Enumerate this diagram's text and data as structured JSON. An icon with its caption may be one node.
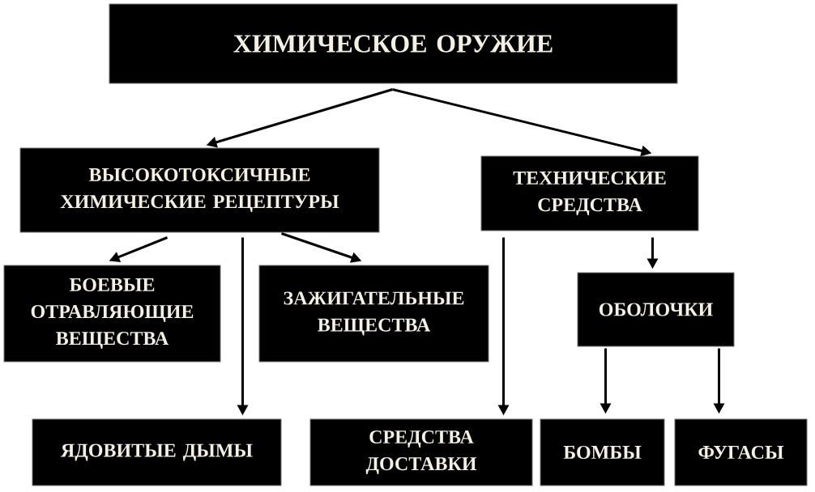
{
  "diagram": {
    "nodes": [
      {
        "text": [
          "ХИМИЧЕСКОЕ ОРУЖИЕ"
        ]
      },
      {
        "text": [
          "ВЫСОКОТОКСИЧНЫЕ ХИМИЧЕСКИЕ РЕЦЕПТУРЫ"
        ]
      },
      {
        "text": [
          "ТЕХНИЧЕСКИЕ СРЕДСТВА"
        ]
      },
      {
        "text": [
          "БОЕВЫЕ ОТРАВЛЯЮЩИЕ ВЕЩЕСТВА"
        ]
      },
      {
        "text": [
          "ЗАЖИГАТЕЛЬНЫЕ ВЕЩЕСТВА"
        ]
      },
      {
        "text": [
          "ОБОЛОЧКИ"
        ]
      },
      {
        "text": [
          "ЯДОВИТЫЕ ДЫМЫ"
        ]
      },
      {
        "text": [
          "СРЕДСТВА ДОСТАВКИ"
        ]
      },
      {
        "text": [
          "БОМБЫ"
        ]
      },
      {
        "text": [
          "ФУГАСЫ"
        ]
      }
    ],
    "edges": [
      {
        "from": 0,
        "to": 1,
        "arrow": "to"
      },
      {
        "from": 0,
        "to": 2,
        "arrow": "to"
      },
      {
        "from": 1,
        "to": 3,
        "arrow": "to"
      },
      {
        "from": 1,
        "to": 6,
        "arrow": "to"
      },
      {
        "from": 1,
        "to": 4,
        "arrow": "to"
      },
      {
        "from": 2,
        "to": 7,
        "arrow": "to"
      },
      {
        "from": 2,
        "to": 5,
        "arrow": "to"
      },
      {
        "from": 5,
        "to": 8,
        "arrow": "to"
      },
      {
        "from": 5,
        "to": 9,
        "arrow": "to"
      }
    ]
  }
}
